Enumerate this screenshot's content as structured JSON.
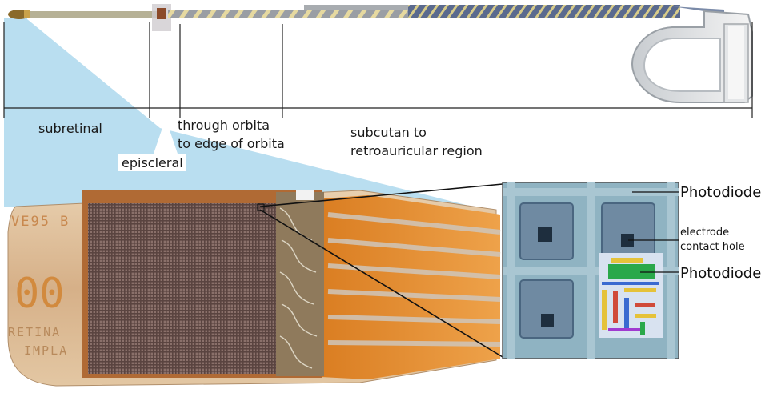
{
  "labels": {
    "subretinal": "subretinal",
    "episcleral": "episcleral",
    "through_orbita_1": "through orbita",
    "through_orbita_2": "to edge of orbita",
    "subcutan_1": "subcutan to",
    "subcutan_2": "retroauricular region",
    "photodiode_top": "Photodiode",
    "electrode_1": "electrode",
    "electrode_2": "contact hole",
    "photodiode_bottom": "Photodiode"
  },
  "chip_print": {
    "top": "VE95 B",
    "digits": "00",
    "line1": "RETINA",
    "line2": "IMPLA"
  },
  "colors": {
    "projection": "#b9def0",
    "polyimide": "#e08a2a",
    "chip_substrate": "#d9b48a",
    "micrograph_bg": "#8fb3c2"
  }
}
